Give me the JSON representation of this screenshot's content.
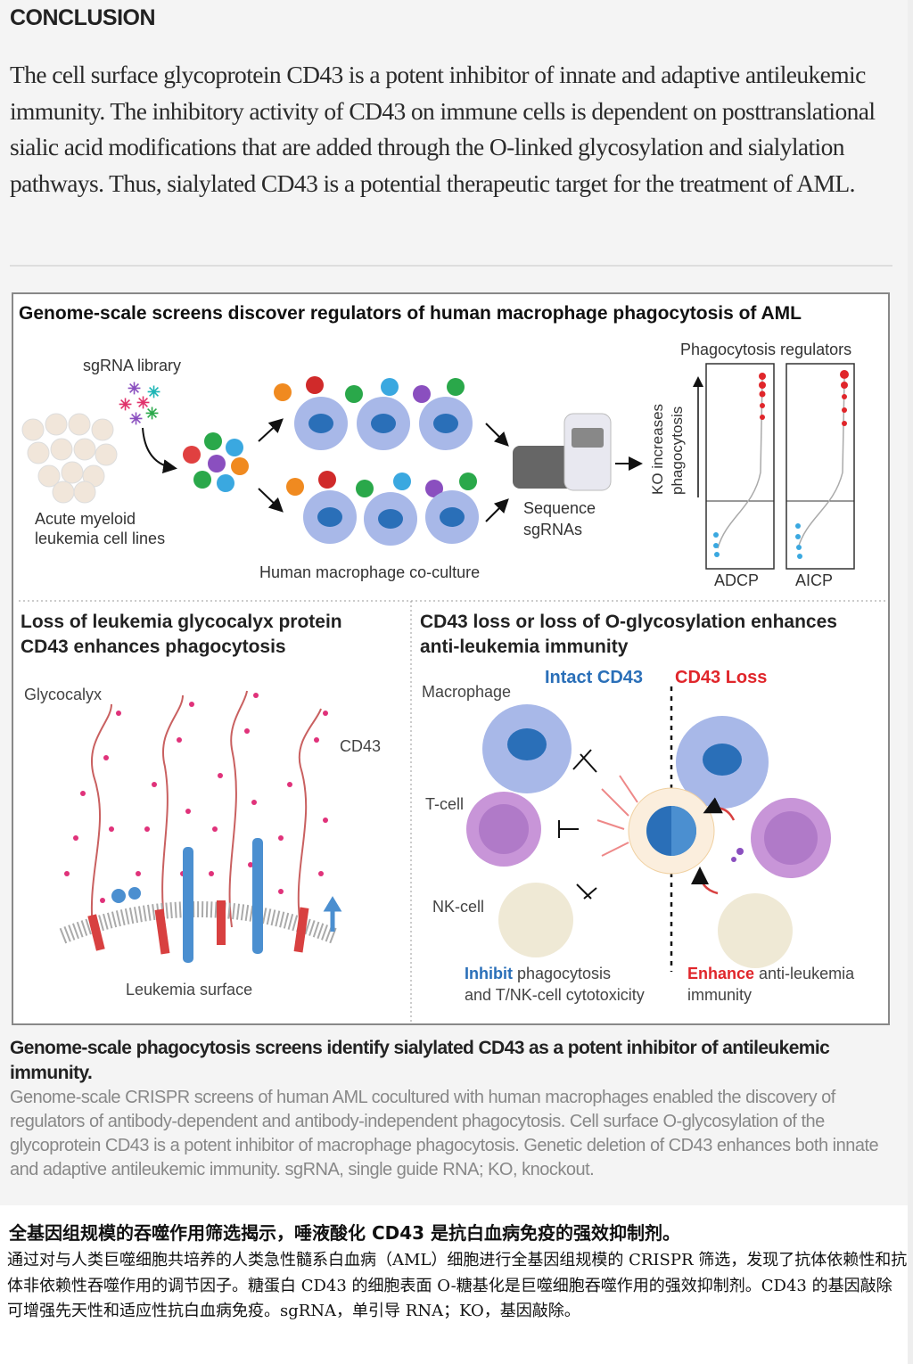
{
  "conclusion": {
    "heading": "CONCLUSION",
    "text": "The cell surface glycoprotein CD43 is a potent inhibitor of innate and adaptive antileukemic immunity. The inhibitory activity of CD43 on immune cells is dependent on posttranslational sialic acid modifications that are added through the O-linked glycosylation and sialylation pathways. Thus, sialylated CD43 is a potential therapeutic target for the treatment of AML."
  },
  "figure": {
    "top_title": "Genome-scale screens discover regulators of human macrophage phagocytosis of AML",
    "sgrna_library": "sgRNA library",
    "aml_lines_1": "Acute myeloid",
    "aml_lines_2": "leukemia cell lines",
    "coculture": "Human macrophage co-culture",
    "sequence_1": "Sequence",
    "sequence_2": "sgRNAs",
    "regulators": "Phagocytosis regulators",
    "yaxis_1": "KO increases",
    "yaxis_2": "phagocytosis",
    "adcp": "ADCP",
    "aicp": "AICP",
    "left_title_1": "Loss of leukemia glycocalyx protein",
    "left_title_2": "CD43 enhances phagocytosis",
    "glycocalyx": "Glycocalyx",
    "cd43": "CD43",
    "leukemia_surface": "Leukemia surface",
    "right_title_1": "CD43 loss or loss of O-glycosylation enhances",
    "right_title_2": "anti-leukemia immunity",
    "intact": "Intact CD43",
    "loss": "CD43 Loss",
    "macrophage": "Macrophage",
    "tcell": "T-cell",
    "nkcell": "NK-cell",
    "inhibit_bold": "Inhibit",
    "inhibit_rest": " phagocytosis",
    "inhibit_2": "and T/NK-cell cytotoxicity",
    "enhance_bold": "Enhance",
    "enhance_rest": " anti-leukemia",
    "enhance_2": "immunity",
    "colors": {
      "blue": "#2a6fb8",
      "red": "#e0262b",
      "pink": "#e0327a",
      "macrophage": "#a8b8e8"
    }
  },
  "caption": {
    "title": "Genome-scale phagocytosis screens identify sialylated CD43 as a potent inhibitor of antileukemic immunity.",
    "body": "Genome-scale CRISPR screens of human AML cocultured with human macrophages enabled the discovery of regulators of antibody-dependent and antibody-independent phagocytosis. Cell surface O-glycosylation of the glycoprotein CD43 is a potent inhibitor of macrophage phagocytosis. Genetic deletion of CD43 enhances both innate and adaptive antileukemic immunity. sgRNA, single guide RNA; KO, knockout."
  },
  "translation": {
    "title": "全基因组规模的吞噬作用筛选揭示，唾液酸化 CD43 是抗白血病免疫的强效抑制剂。",
    "body": "通过对与人类巨噬细胞共培养的人类急性髓系白血病（AML）细胞进行全基因组规模的 CRISPR 筛选，发现了抗体依赖性和抗体非依赖性吞噬作用的调节因子。糖蛋白 CD43 的细胞表面 O-糖基化是巨噬细胞吞噬作用的强效抑制剂。CD43 的基因敲除可增强先天性和适应性抗白血病免疫。sgRNA，单引导 RNA；KO，基因敲除。"
  }
}
